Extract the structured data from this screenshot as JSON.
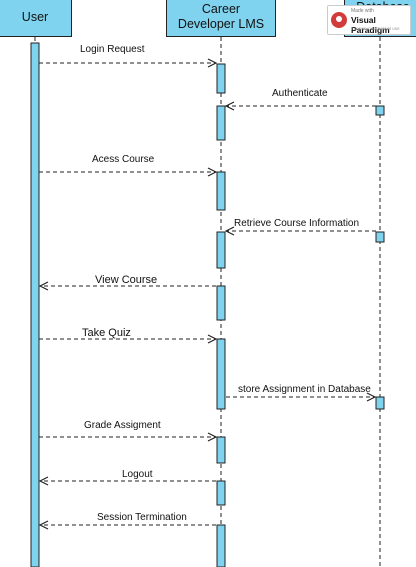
{
  "diagram": {
    "lifelines": [
      {
        "id": "user",
        "name": "User"
      },
      {
        "id": "lms",
        "name": "Career Developer LMS"
      },
      {
        "id": "db",
        "name": "Database"
      }
    ],
    "messages": [
      {
        "label": "Login Request",
        "from": "user",
        "to": "lms"
      },
      {
        "label": "Authenticate",
        "from": "db",
        "to": "lms"
      },
      {
        "label": "Acess Course",
        "from": "user",
        "to": "lms"
      },
      {
        "label": "Retrieve Course Information",
        "from": "db",
        "to": "lms"
      },
      {
        "label": "View Course",
        "from": "lms",
        "to": "user"
      },
      {
        "label": "Take Quiz",
        "from": "user",
        "to": "lms"
      },
      {
        "label": "store Assignment in Database",
        "from": "lms",
        "to": "db"
      },
      {
        "label": "Grade Assigment",
        "from": "user",
        "to": "lms"
      },
      {
        "label": "Logout",
        "from": "lms",
        "to": "user"
      },
      {
        "label": "Session Termination",
        "from": "lms",
        "to": "user"
      }
    ],
    "colors": {
      "lifeline_fill": "#7fd3ee",
      "activation_fill": "#7fd3ee",
      "line": "#222222"
    }
  },
  "watermark": {
    "made_with": "Made with",
    "brand": "Visual Paradigm",
    "edition": "For non-commercial use"
  }
}
